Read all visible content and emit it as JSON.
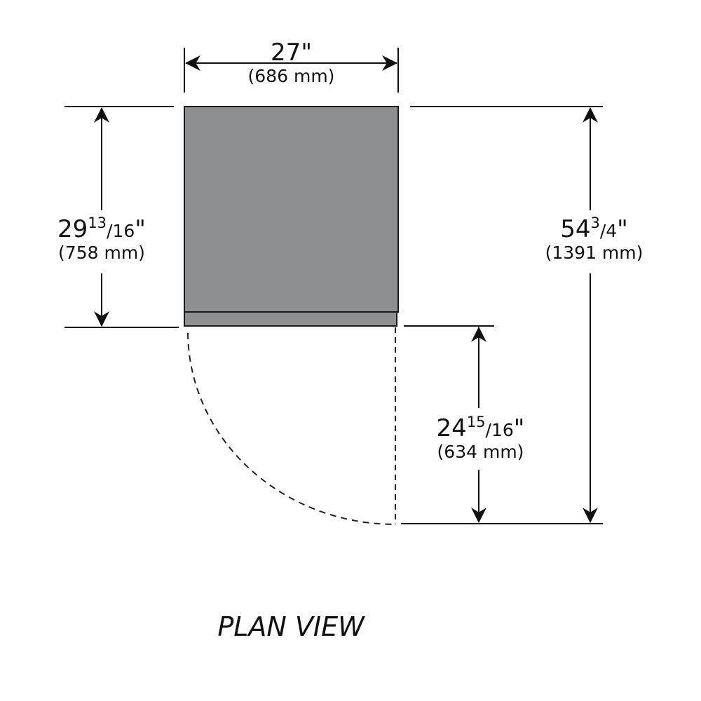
{
  "diagram": {
    "caption": "PLAN VIEW",
    "colors": {
      "cabinet": "#8e8f91",
      "cabinet_stroke": "#1a1a1a",
      "line": "#111111",
      "door_arc": "#222222"
    },
    "dimensions": {
      "width": {
        "whole": "27",
        "inch_mark": "\"",
        "metric": "(686 mm)"
      },
      "depth": {
        "whole": "29",
        "num": "13",
        "den": "16",
        "inch_mark": "\"",
        "metric": "(758 mm)"
      },
      "door_swing": {
        "whole": "24",
        "num": "15",
        "den": "16",
        "inch_mark": "\"",
        "metric": "(634 mm)"
      },
      "total_depth": {
        "whole": "54",
        "num": "3",
        "den": "4",
        "inch_mark": "\"",
        "metric": "(1391 mm)"
      }
    }
  }
}
